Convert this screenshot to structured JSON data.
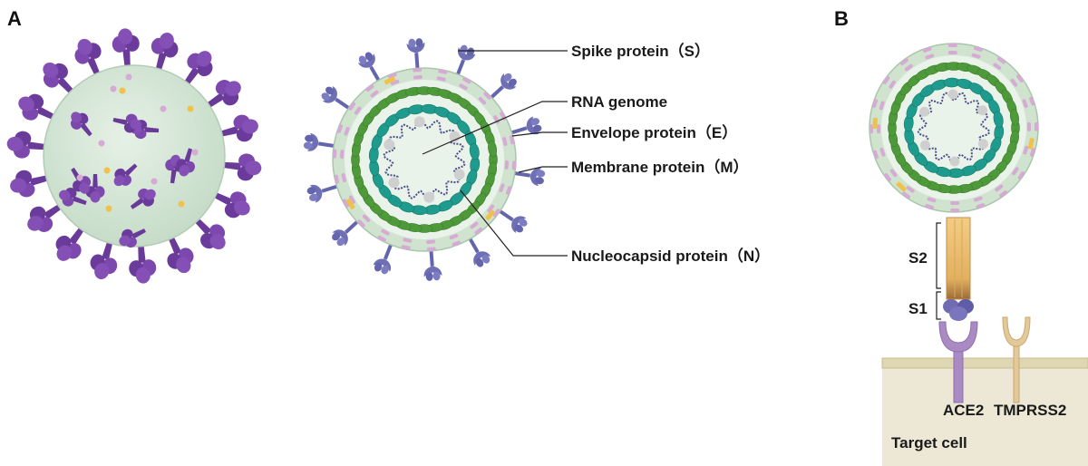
{
  "panels": {
    "a": {
      "letter": "A"
    },
    "b": {
      "letter": "B"
    }
  },
  "callouts": {
    "spike": "Spike protein（S）",
    "rna": "RNA genome",
    "envelope": "Envelope protein（E）",
    "membrane": "Membrane protein（M）",
    "nucleocapsid": "Nucleocapsid protein（N）"
  },
  "panel_b": {
    "s2_label": "S2",
    "s1_label": "S1",
    "receptor_label": "ACE2",
    "protease_label": "TMPRSS2",
    "cell_label": "Target cell"
  },
  "colors": {
    "spike_purple": "#6f3f9e",
    "spike_blue": "#6f6fb5",
    "membrane_pink": "#d6a7d4",
    "envelope_yellow": "#f0c24b",
    "virion_body": "#d9eadb",
    "envelope_ring": "#c9dec9",
    "nucleocapsid_green": "#4e9a3a",
    "nucleocapsid_teal": "#1d9a8c",
    "rna_strand": "#4b4f8c",
    "ace2": "#a98ac2",
    "tmprss2": "#e3c89a",
    "cell_surface": "#ece8d5",
    "cell_membrane": "#dfd7b4",
    "s2_stalk": "#eec173",
    "s1_head": "#7470b8"
  }
}
